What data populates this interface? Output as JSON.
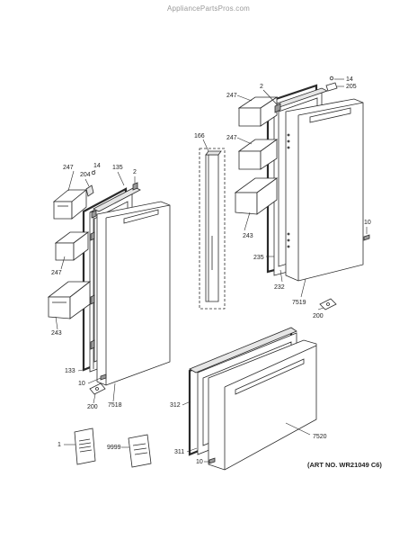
{
  "watermark": "AppliancePartsPros.com",
  "art_number": "(ART NO. WR21049 C6)",
  "callouts": {
    "c14_right": "14",
    "c205": "205",
    "c2_top": "2",
    "c247_top": "247",
    "c166": "166",
    "c247_mid": "247",
    "c243_right": "243",
    "c10_right": "10",
    "c235": "235",
    "c232": "232",
    "c7519": "7519",
    "c200_right": "200",
    "c247_left_top": "247",
    "c204": "204",
    "c14_left": "14",
    "c135": "135",
    "c2_left": "2",
    "c247_left_mid": "247",
    "c243_left": "243",
    "c133": "133",
    "c10_left": "10",
    "c200_left": "200",
    "c7518": "7518",
    "c312": "312",
    "c1": "1",
    "c9999": "9999",
    "c311": "311",
    "c10_bottom": "10",
    "c7520": "7520"
  }
}
